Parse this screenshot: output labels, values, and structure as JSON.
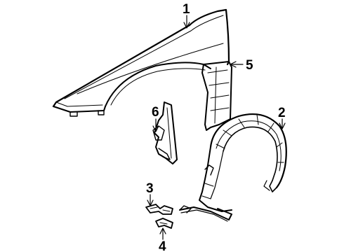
{
  "diagram": {
    "callouts": [
      {
        "id": "1",
        "text": "1",
        "part": "front-fender"
      },
      {
        "id": "2",
        "text": "2",
        "part": "fender-liner"
      },
      {
        "id": "3",
        "text": "3",
        "part": "bracket-upper"
      },
      {
        "id": "4",
        "text": "4",
        "part": "bracket-lower"
      },
      {
        "id": "5",
        "text": "5",
        "part": "fender-trim-panel"
      },
      {
        "id": "6",
        "text": "6",
        "part": "mud-flap"
      }
    ]
  }
}
